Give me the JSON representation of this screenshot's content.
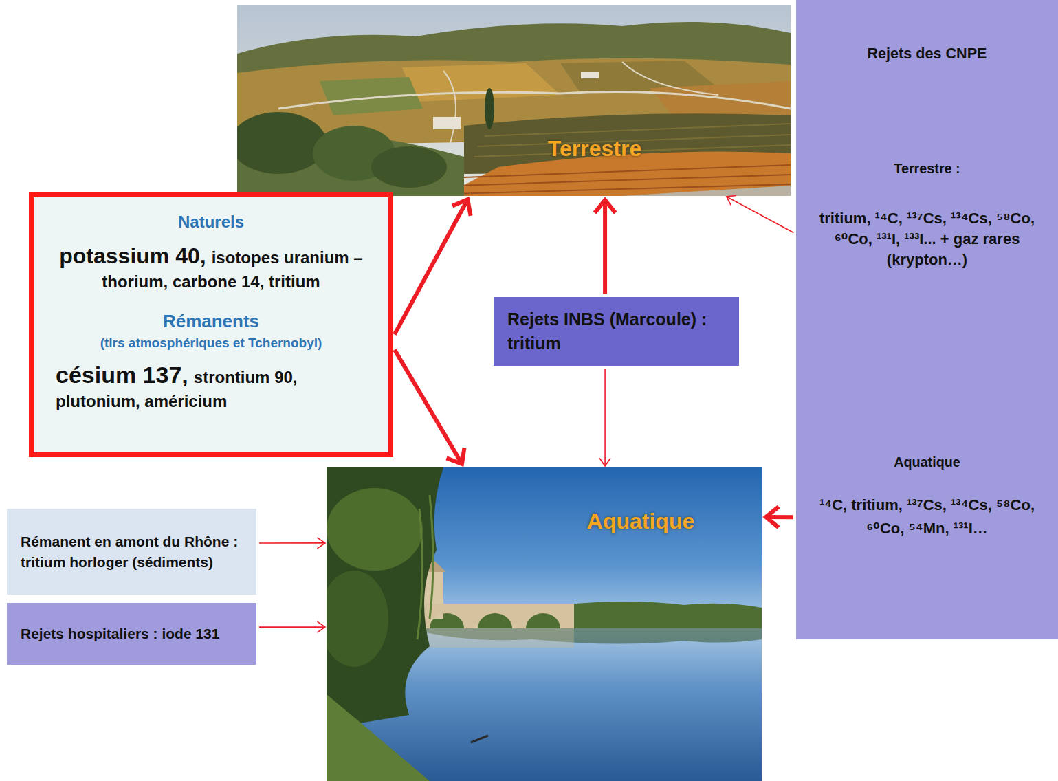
{
  "diagram": {
    "nodes": [
      {
        "text": [
          "Terrestre"
        ]
      },
      {
        "text": [
          "Rejets des CNPE",
          "Terrestre :",
          "tritium, ¹⁴C, ¹³⁷Cs, ¹³⁴Cs, ⁵⁸Co, ⁶⁰Co, ¹³¹I, ¹³³I... + gaz rares (krypton…)",
          "Aquatique",
          "¹⁴C, tritium, ¹³⁷Cs, ¹³⁴Cs, ⁵⁸Co, ⁶⁰Co, ⁵⁴Mn, ¹³¹I…"
        ]
      },
      {
        "text": [
          "Naturels",
          "potassium 40,",
          "isotopes uranium – thorium, carbone 14, tritium",
          "Rémanents",
          "(tirs atmosphériques et Tchernobyl)",
          "césium 137,",
          "strontium 90, plutonium, américium"
        ]
      },
      {
        "text": [
          "Rejets INBS (Marcoule) : tritium"
        ]
      },
      {
        "text": [
          "Aquatique"
        ]
      },
      {
        "text": [
          "Rémanent en amont du Rhône : tritium horloger (sédiments)"
        ]
      },
      {
        "text": [
          "Rejets hospitaliers : iode 131"
        ]
      }
    ],
    "edges": [
      {
        "from": 2,
        "to": 0,
        "arrow": "to"
      },
      {
        "from": 2,
        "to": 4,
        "arrow": "to"
      },
      {
        "from": 3,
        "to": 0,
        "arrow": "to"
      },
      {
        "from": 3,
        "to": 4,
        "arrow": "to"
      },
      {
        "from": 1,
        "to": 0,
        "arrow": "to"
      },
      {
        "from": 1,
        "to": 4,
        "arrow": "to"
      },
      {
        "from": 5,
        "to": 4,
        "arrow": "to"
      },
      {
        "from": 6,
        "to": 4,
        "arrow": "to"
      }
    ]
  }
}
